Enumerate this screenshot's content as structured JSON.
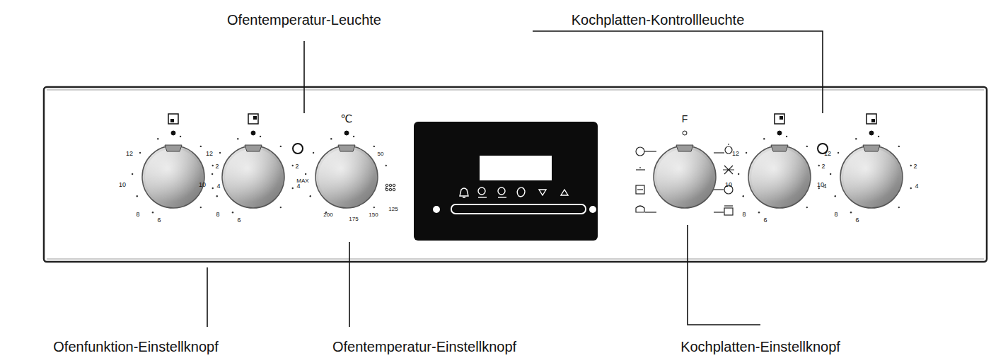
{
  "diagram": {
    "labels": [
      "Ofentemperatur-Leuchte",
      "Kochplatten-Kontrollleuchte",
      "Ofenfunktion-Einstellknopf",
      "Ofentemperatur-Einstellknopf",
      "Kochplatten-Einstellknopf",
      "℃",
      "F",
      "12",
      "10",
      "8",
      "6",
      "4",
      "2",
      "12",
      "10",
      "8",
      "6",
      "4",
      "2",
      "50",
      "125",
      "150",
      "175",
      "200",
      "MAX",
      "12",
      "10",
      "8",
      "6",
      "4",
      "2",
      "12",
      "10",
      "8",
      "6",
      "4",
      "2"
    ]
  }
}
